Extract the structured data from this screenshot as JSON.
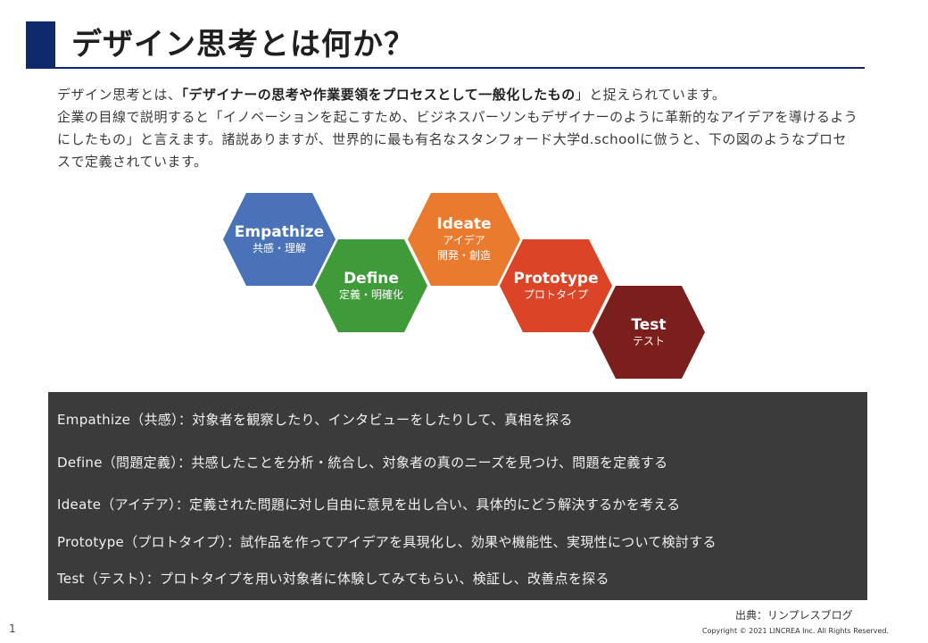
{
  "header": {
    "title": "デザイン思考とは何か？"
  },
  "intro": {
    "line1_pre": "デザイン思考とは、",
    "line1_em": "「デザイナーの思考や作業要領をプロセスとして一般化したもの",
    "line1_post": "」と捉えられています。",
    "line2": "企業の目線で説明すると「イノベーションを起こすため、ビジネスパーソンもデザイナーのように革新的なアイデアを導けるようにしたもの」と言えます。諸説ありますが、世界的に最も有名なスタンフォード大学d.schoolに倣うと、下の図のようなプロセスで定義されています。"
  },
  "hexagons": [
    {
      "en": "Empathize",
      "jp": "共感・理解",
      "color": "#4a72b8"
    },
    {
      "en": "Define",
      "jp": "定義・明確化",
      "color": "#3f9a3a"
    },
    {
      "en": "Ideate",
      "jp1": "アイデア",
      "jp2": "開発・創造",
      "color": "#e97a2e"
    },
    {
      "en": "Prototype",
      "jp": "プロトタイプ",
      "color": "#db4427"
    },
    {
      "en": "Test",
      "jp": "テスト",
      "color": "#7b1f1c"
    }
  ],
  "panel": {
    "background": "#3c3b3b",
    "rows": [
      "Empathize（共感）：対象者を観察したり、インタビューをしたりして、真相を探る",
      "Define（問題定義）：共感したことを分析・統合し、対象者の真のニーズを見つけ、問題を定義する",
      "Ideate（アイデア）：定義された問題に対し自由に意見を出し合い、具体的にどう解決するかを考える",
      "Prototype（プロトタイプ）：試作品を作ってアイデアを具現化し、効果や機能性、実現性について検討する",
      "Test（テスト）：プロトタイプを用い対象者に体験してみてもらい、検証し、改善点を探る"
    ]
  },
  "footer": {
    "source": "出典：リンプレスブログ",
    "page_number": "1",
    "copyright": "Copyright © 2021 LINCREA Inc. All Rights Reserved."
  }
}
